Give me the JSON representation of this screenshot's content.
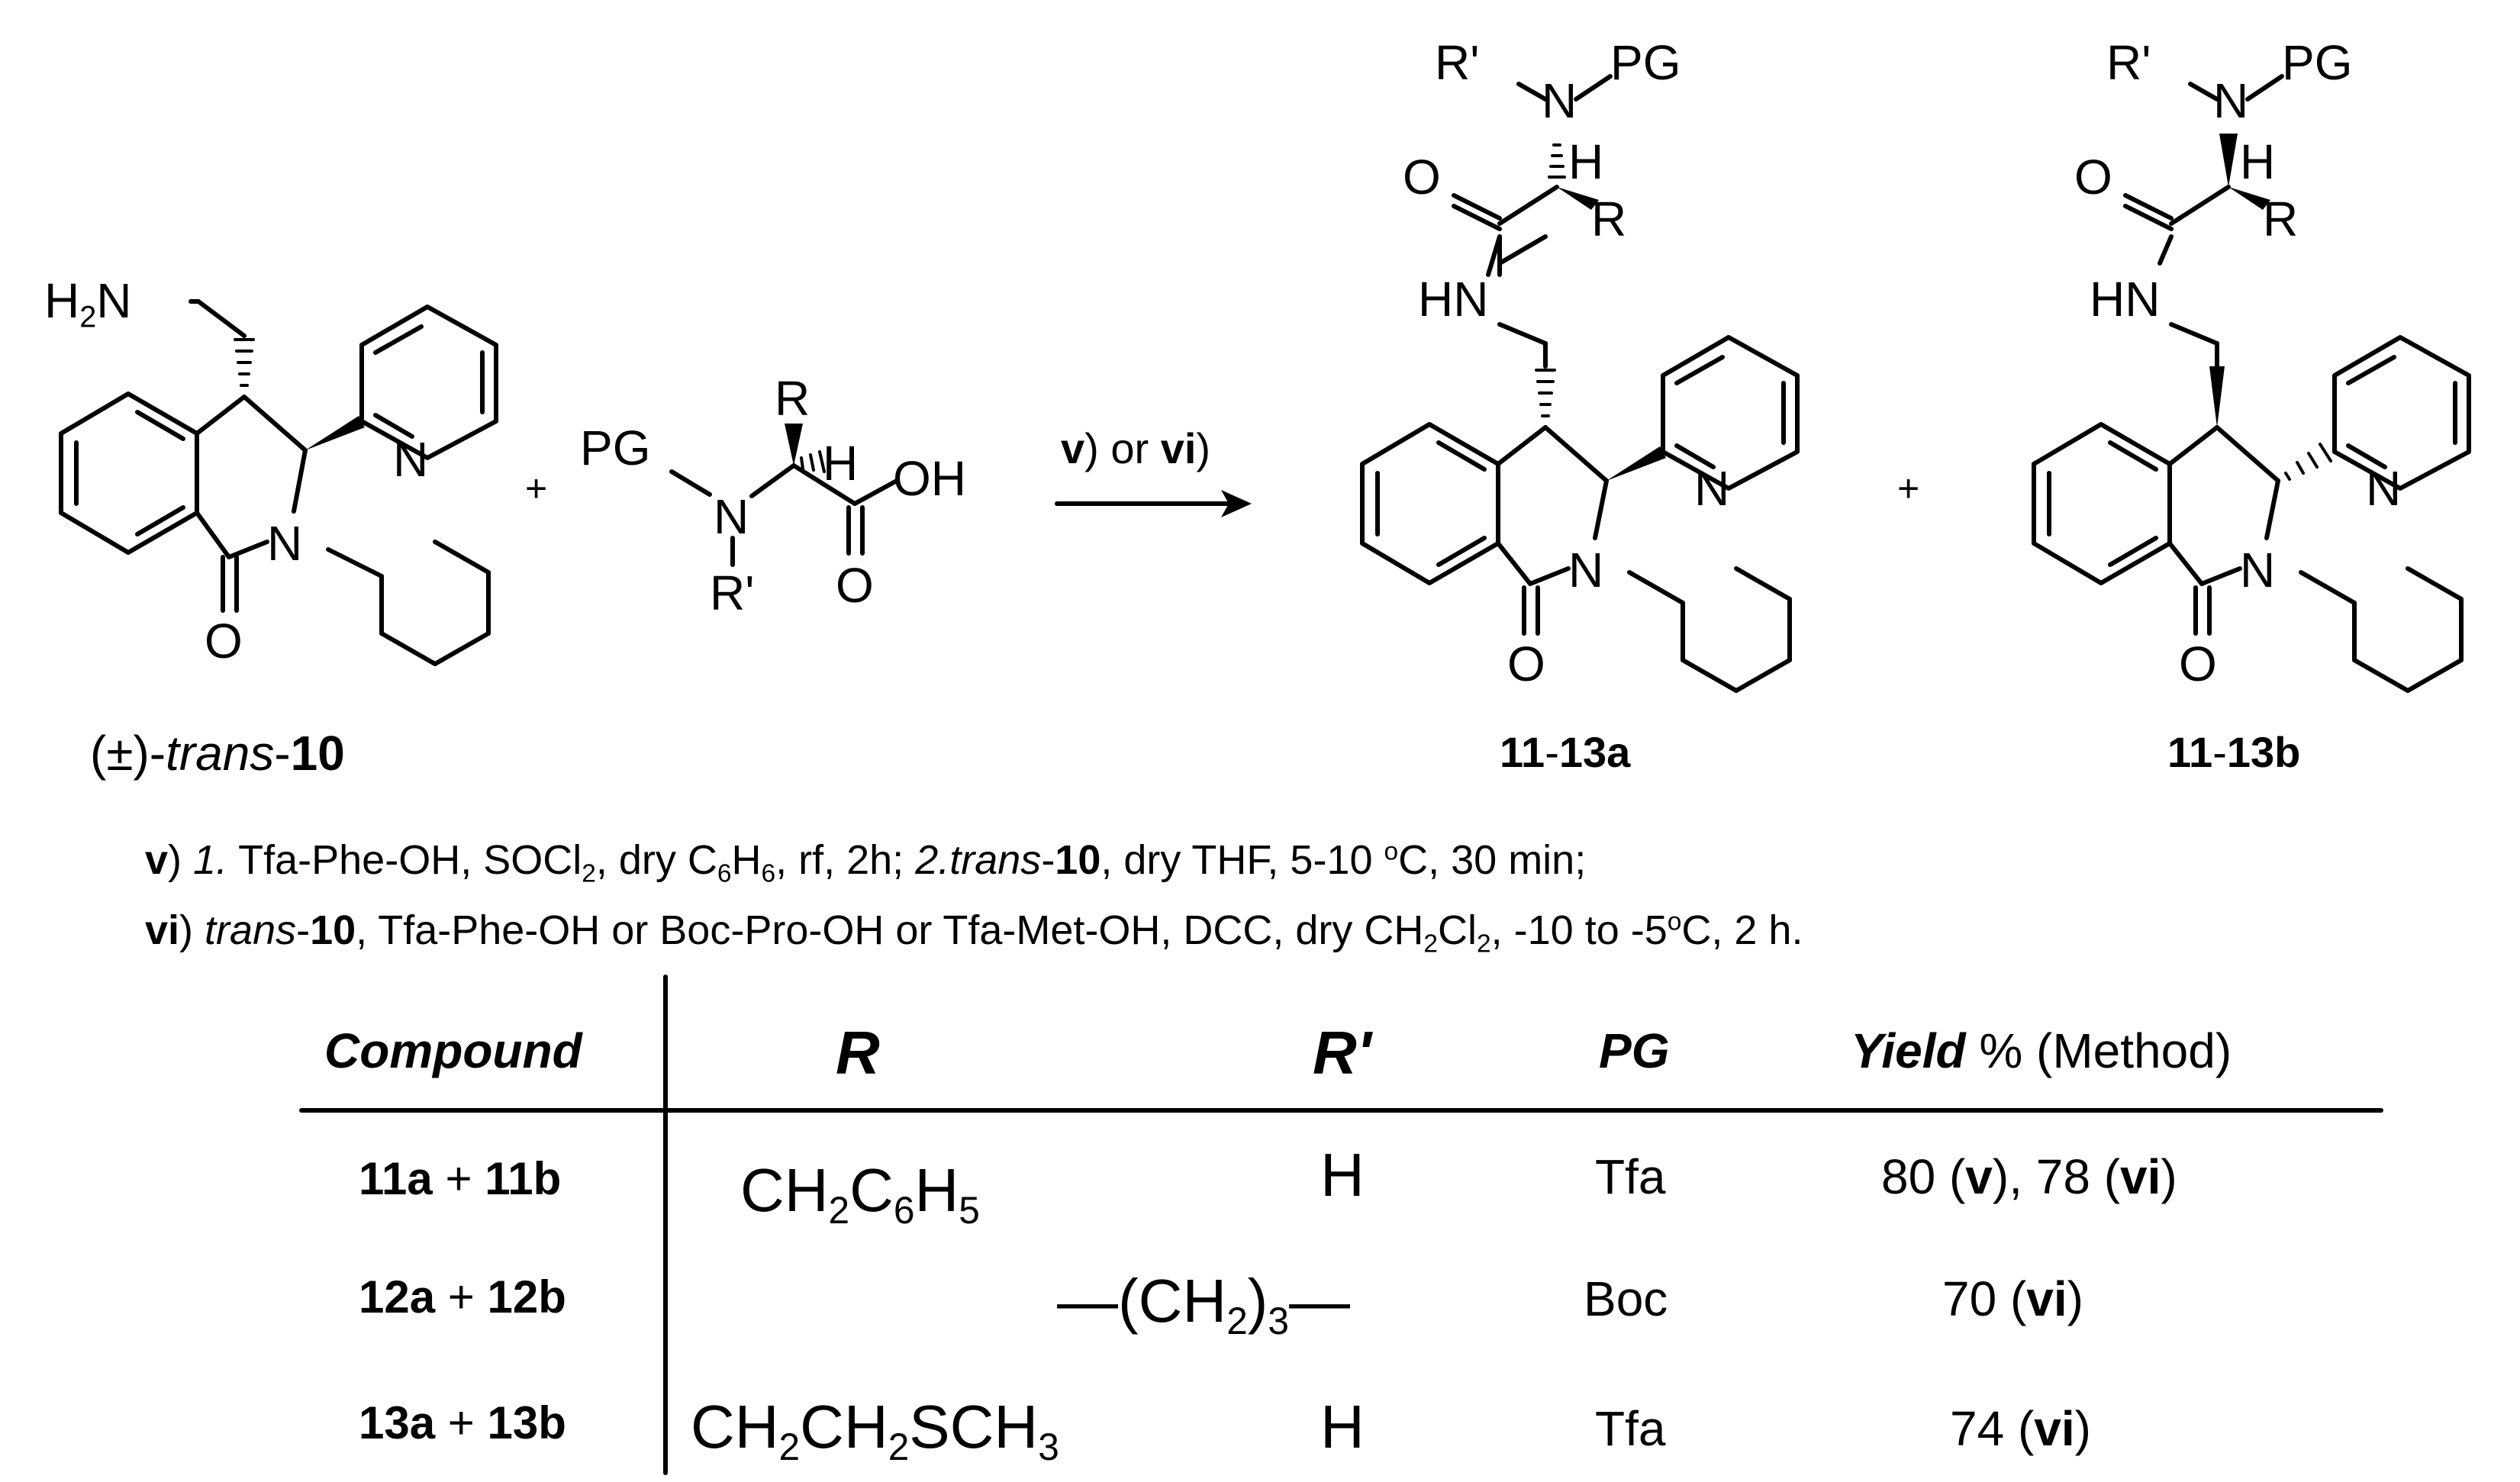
{
  "reactant1": {
    "label_prefix": "(±)-",
    "label_italic": "trans",
    "label_dash": "-",
    "label_bold": "10"
  },
  "reactant2": {
    "name": "PG-N(R')-CH(R)-COOH"
  },
  "arrow": {
    "cond1": "v",
    "or": ") or ",
    "cond2": "vi",
    "close": ")"
  },
  "product_a": {
    "label_bold1": "11",
    "dash": "-",
    "label_bold2": "13a"
  },
  "product_b": {
    "label_bold1": "11",
    "dash": "-",
    "label_bold2": "13b"
  },
  "atoms": {
    "H2N": "H",
    "H2N_sub": "2",
    "H2N_N": "N",
    "N": "N",
    "O": "O",
    "PG": "PG",
    "R": "R",
    "R_prime": "R'",
    "H": "H",
    "OH": "OH",
    "HN": "HN",
    "plus": "+"
  },
  "conditions": {
    "v": {
      "tag": "v",
      "p1": ") ",
      "i1": "1.",
      "p2": " Tfa-Phe-OH, SOCl",
      "s1": "2",
      "p3": ", dry C",
      "s2": "6",
      "p4": "H",
      "s3": "6",
      "p5": ", rf, 2h; ",
      "i2": "2.",
      "i3": "trans",
      "p6": "-",
      "b1": "10",
      "p7": ", dry THF, 5-10 ",
      "sup1": "o",
      "p8": "C, 30 min;"
    },
    "vi": {
      "tag": "vi",
      "p1": ") ",
      "i1": "trans",
      "p2": "-",
      "b1": "10",
      "p3": ", Tfa-Phe-OH or Boc-Pro-OH or Tfa-Met-OH, DCC, dry CH",
      "s1": "2",
      "p4": "Cl",
      "s2": "2",
      "p5": ", -10 to -5",
      "sup1": "o",
      "p6": "C, 2 h."
    }
  },
  "table": {
    "headers": {
      "compound": "Compound",
      "r": "R",
      "r_prime": "R'",
      "pg": "PG",
      "yield_bold": "Yield",
      "yield_rest": " % (Method)"
    },
    "rows": [
      {
        "c1": "11a",
        "plus": " + ",
        "c2": "11b",
        "r": {
          "a": "CH",
          "s1": "2",
          "b": "C",
          "s2": "6",
          "c": "H",
          "s3": "5"
        },
        "r_prime": "H",
        "pg": "Tfa",
        "yield": {
          "a": "80 (",
          "b": "v",
          "c": "), 78 (",
          "d": "vi",
          "e": ")"
        }
      },
      {
        "c1": "12a",
        "plus": " + ",
        "c2": "12b",
        "bridge": {
          "a": "—(CH",
          "s1": "2",
          "b": ")",
          "s2": "3",
          "c": "—"
        },
        "pg": "Boc",
        "yield": {
          "a": "70 (",
          "b": "vi",
          "c": ")"
        }
      },
      {
        "c1": "13a",
        "plus": " + ",
        "c2": "13b",
        "r": {
          "a": "CH",
          "s1": "2",
          "b": "CH",
          "s2": "2",
          "c": "SCH",
          "s3": "3"
        },
        "r_prime": "H",
        "pg": "Tfa",
        "yield": {
          "a": "74 (",
          "b": "vi",
          "c": ")"
        }
      }
    ]
  }
}
